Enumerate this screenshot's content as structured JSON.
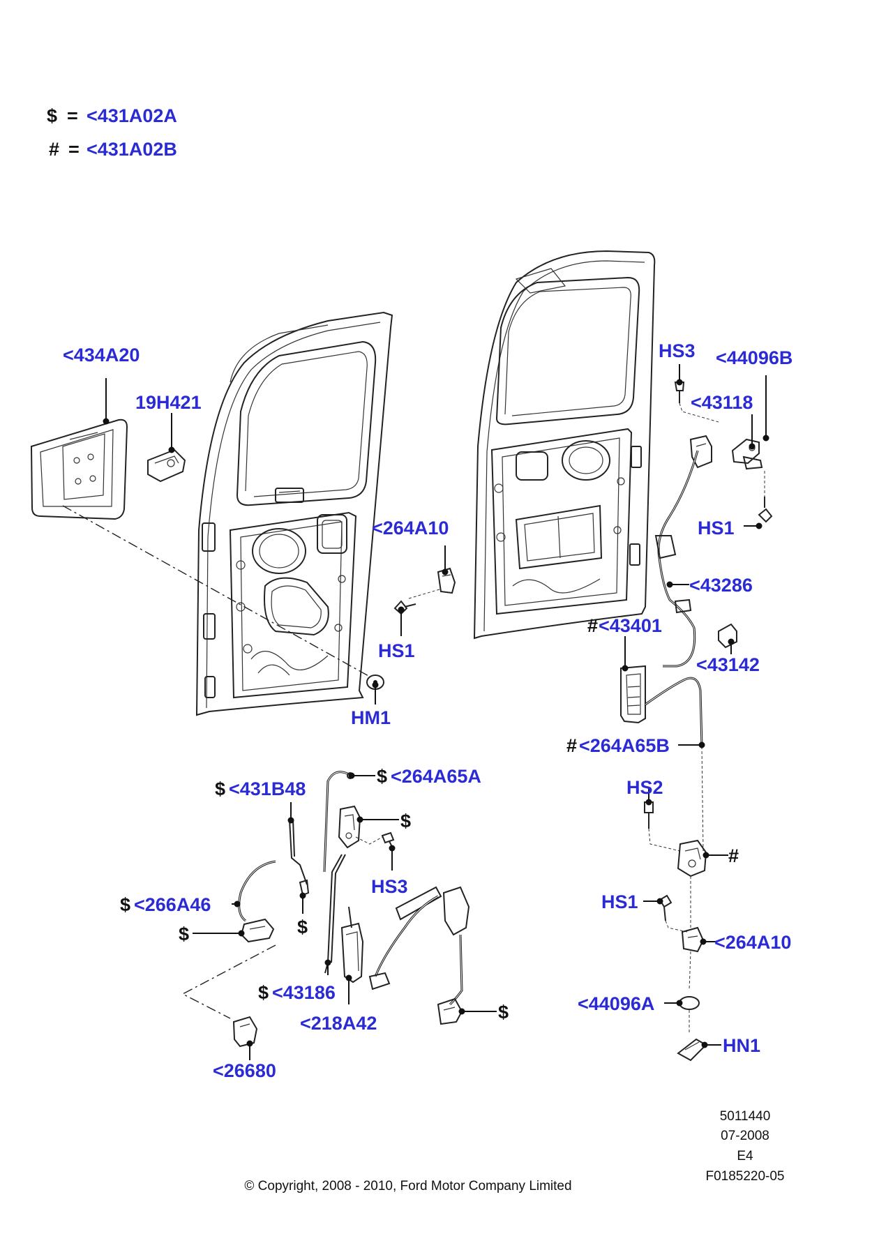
{
  "legend": [
    {
      "symbol": "$",
      "eq": "=",
      "code": "<431A02A"
    },
    {
      "symbol": "#",
      "eq": "=",
      "code": "<431A02B"
    }
  ],
  "labels": {
    "l434A20": "<434A20",
    "l19H421": "19H421",
    "l264A10_left": "<264A10",
    "hs1_left": "HS1",
    "hm1": "HM1",
    "hs3_top": "HS3",
    "l44096B": "<44096B",
    "l43118": "<43118",
    "hs1_right": "HS1",
    "l43286": "<43286",
    "l43401_sym": "#",
    "l43401": "<43401",
    "l43142": "<43142",
    "l264A65B_sym": "#",
    "l264A65B": "<264A65B",
    "hs2": "HS2",
    "hash_latch": "#",
    "hs1_low": "HS1",
    "l264A10_right": "<264A10",
    "l44096A": "<44096A",
    "hn1": "HN1",
    "l264A65A_sym": "$",
    "l264A65A": "<264A65A",
    "l431B48_sym": "$",
    "l431B48": "<431B48",
    "dollar_latch": "$",
    "hs3_low": "HS3",
    "l266A46_sym": "$",
    "l266A46": "<266A46",
    "dollar_bracket": "$",
    "dollar_clip": "$",
    "l43186_sym": "$",
    "l43186": "<43186",
    "l218A42": "<218A42",
    "l26680": "<26680",
    "dollar_handle": "$"
  },
  "footer": {
    "id": "5011440",
    "date": "07-2008",
    "rev": "E4",
    "ref": "F0185220-05",
    "copyright": "© Copyright, 2008 - 2010, Ford Motor Company Limited"
  }
}
